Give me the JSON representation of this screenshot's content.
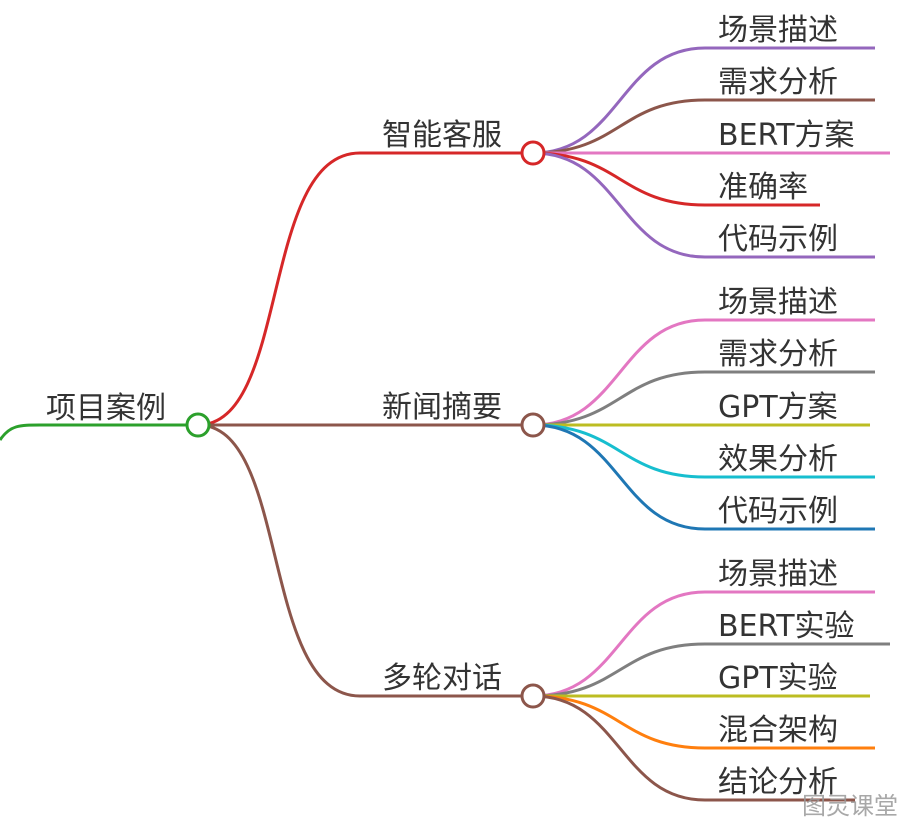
{
  "root": {
    "label": "项目案例",
    "color": "#2ca02c"
  },
  "branches": [
    {
      "label": "智能客服",
      "color": "#d62728",
      "children": [
        {
          "label": "场景描述",
          "color": "#9467bd"
        },
        {
          "label": "需求分析",
          "color": "#8c564b"
        },
        {
          "label": "BERT方案",
          "color": "#e377c2"
        },
        {
          "label": "准确率",
          "color": "#d62728"
        },
        {
          "label": "代码示例",
          "color": "#9467bd"
        }
      ]
    },
    {
      "label": "新闻摘要",
      "color": "#8c564b",
      "children": [
        {
          "label": "场景描述",
          "color": "#e377c2"
        },
        {
          "label": "需求分析",
          "color": "#7f7f7f"
        },
        {
          "label": "GPT方案",
          "color": "#bcbd22"
        },
        {
          "label": "效果分析",
          "color": "#17becf"
        },
        {
          "label": "代码示例",
          "color": "#1f77b4"
        }
      ]
    },
    {
      "label": "多轮对话",
      "color": "#8c564b",
      "children": [
        {
          "label": "场景描述",
          "color": "#e377c2"
        },
        {
          "label": "BERT实验",
          "color": "#7f7f7f"
        },
        {
          "label": "GPT实验",
          "color": "#bcbd22"
        },
        {
          "label": "混合架构",
          "color": "#ff7f0e"
        },
        {
          "label": "结论分析",
          "color": "#8c564b"
        }
      ]
    }
  ],
  "watermark": "图灵课堂"
}
